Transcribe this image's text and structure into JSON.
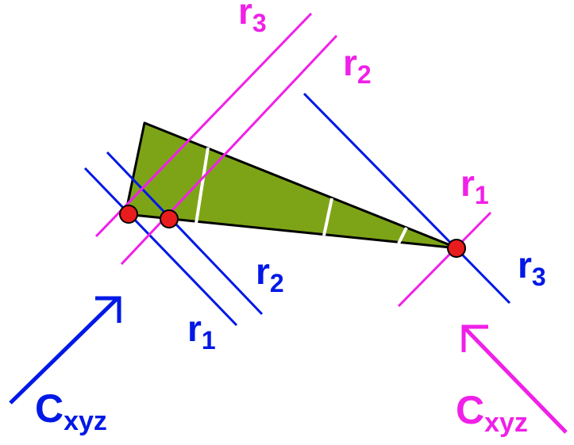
{
  "colors": {
    "blue": "#0018e6",
    "magenta": "#f020e8",
    "triangle_fill": "#7da417",
    "triangle_stroke": "#000000",
    "stripe": "#ffffff",
    "point_fill": "#e81c1c"
  },
  "labels": {
    "r3_magenta": {
      "main": "r",
      "sub": "3"
    },
    "r2_magenta": {
      "main": "r",
      "sub": "2"
    },
    "r1_magenta": {
      "main": "r",
      "sub": "1"
    },
    "r2_blue": {
      "main": "r",
      "sub": "2"
    },
    "r1_blue": {
      "main": "r",
      "sub": "1"
    },
    "r3_blue": {
      "main": "r",
      "sub": "3"
    },
    "c_blue": {
      "main": "C",
      "sub": "xyz"
    },
    "c_magenta": {
      "main": "C",
      "sub": "xyz"
    }
  }
}
